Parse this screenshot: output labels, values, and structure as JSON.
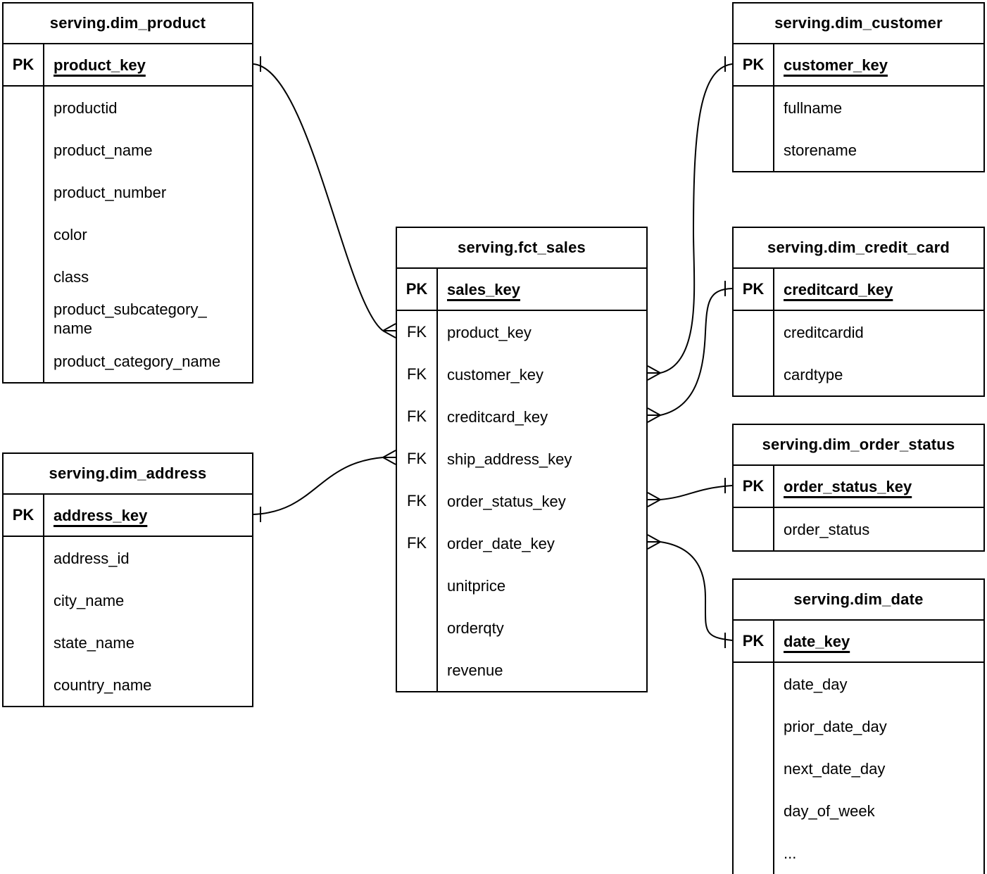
{
  "diagram_type": "entity-relationship",
  "colors": {
    "line": "#000000",
    "text": "#000000",
    "background": "#ffffff"
  },
  "tables": [
    {
      "id": "dim_product",
      "title": "serving.dim_product",
      "columns": [
        {
          "tag": "PK",
          "name": "product_key",
          "key": true
        },
        {
          "tag": "",
          "name": "productid"
        },
        {
          "tag": "",
          "name": "product_name"
        },
        {
          "tag": "",
          "name": "product_number"
        },
        {
          "tag": "",
          "name": "color"
        },
        {
          "tag": "",
          "name": "class"
        },
        {
          "tag": "",
          "name": "product_subcategory_name"
        },
        {
          "tag": "",
          "name": "product_category_name"
        }
      ]
    },
    {
      "id": "dim_address",
      "title": "serving.dim_address",
      "columns": [
        {
          "tag": "PK",
          "name": "address_key",
          "key": true
        },
        {
          "tag": "",
          "name": "address_id"
        },
        {
          "tag": "",
          "name": "city_name"
        },
        {
          "tag": "",
          "name": "state_name"
        },
        {
          "tag": "",
          "name": "country_name"
        }
      ]
    },
    {
      "id": "fct_sales",
      "title": "serving.fct_sales",
      "columns": [
        {
          "tag": "PK",
          "name": "sales_key",
          "key": true
        },
        {
          "tag": "FK",
          "name": "product_key"
        },
        {
          "tag": "FK",
          "name": "customer_key"
        },
        {
          "tag": "FK",
          "name": "creditcard_key"
        },
        {
          "tag": "FK",
          "name": "ship_address_key"
        },
        {
          "tag": "FK",
          "name": "order_status_key"
        },
        {
          "tag": "FK",
          "name": "order_date_key"
        },
        {
          "tag": "",
          "name": "unitprice"
        },
        {
          "tag": "",
          "name": "orderqty"
        },
        {
          "tag": "",
          "name": "revenue"
        }
      ]
    },
    {
      "id": "dim_customer",
      "title": "serving.dim_customer",
      "columns": [
        {
          "tag": "PK",
          "name": "customer_key",
          "key": true
        },
        {
          "tag": "",
          "name": "fullname"
        },
        {
          "tag": "",
          "name": "storename"
        }
      ]
    },
    {
      "id": "dim_credit_card",
      "title": "serving.dim_credit_card",
      "columns": [
        {
          "tag": "PK",
          "name": "creditcard_key",
          "key": true
        },
        {
          "tag": "",
          "name": "creditcardid"
        },
        {
          "tag": "",
          "name": "cardtype"
        }
      ]
    },
    {
      "id": "dim_order_status",
      "title": "serving.dim_order_status",
      "columns": [
        {
          "tag": "PK",
          "name": "order_status_key",
          "key": true
        },
        {
          "tag": "",
          "name": "order_status"
        }
      ]
    },
    {
      "id": "dim_date",
      "title": "serving.dim_date",
      "columns": [
        {
          "tag": "PK",
          "name": "date_key",
          "key": true
        },
        {
          "tag": "",
          "name": "date_day"
        },
        {
          "tag": "",
          "name": "prior_date_day"
        },
        {
          "tag": "",
          "name": "next_date_day"
        },
        {
          "tag": "",
          "name": "day_of_week"
        },
        {
          "tag": "",
          "name": "..."
        }
      ]
    }
  ],
  "relations": [
    {
      "from_table": "fct_sales",
      "from_column": "product_key",
      "to_table": "dim_product",
      "to_column": "product_key",
      "from_cardinality": "many",
      "to_cardinality": "one"
    },
    {
      "from_table": "fct_sales",
      "from_column": "customer_key",
      "to_table": "dim_customer",
      "to_column": "customer_key",
      "from_cardinality": "many",
      "to_cardinality": "one"
    },
    {
      "from_table": "fct_sales",
      "from_column": "creditcard_key",
      "to_table": "dim_credit_card",
      "to_column": "creditcard_key",
      "from_cardinality": "many",
      "to_cardinality": "one"
    },
    {
      "from_table": "fct_sales",
      "from_column": "ship_address_key",
      "to_table": "dim_address",
      "to_column": "address_key",
      "from_cardinality": "many",
      "to_cardinality": "one"
    },
    {
      "from_table": "fct_sales",
      "from_column": "order_status_key",
      "to_table": "dim_order_status",
      "to_column": "order_status_key",
      "from_cardinality": "many",
      "to_cardinality": "one"
    },
    {
      "from_table": "fct_sales",
      "from_column": "order_date_key",
      "to_table": "dim_date",
      "to_column": "date_key",
      "from_cardinality": "many",
      "to_cardinality": "one"
    }
  ]
}
